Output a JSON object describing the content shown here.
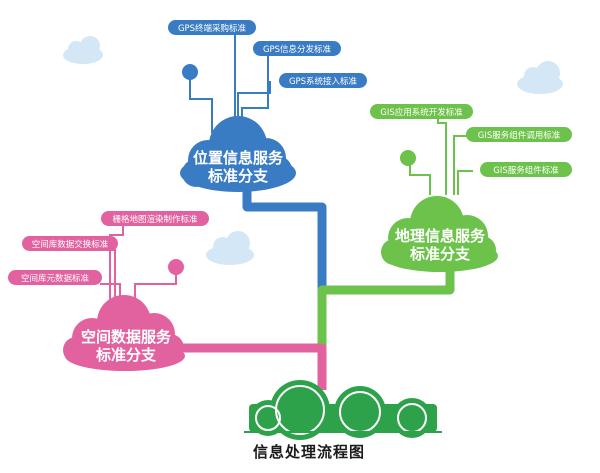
{
  "caption": "信息处理流程图",
  "colors": {
    "blue": "#3a7cc4",
    "green": "#6cc24a",
    "pink": "#e2619f",
    "tree": "#2ea24a",
    "sky_cloud": "#cfe5f5"
  },
  "branches": {
    "location": {
      "title_line1": "位置信息服务",
      "title_line2": "标准分支",
      "tags": [
        "GPS终端采购标准",
        "GPS信息分发标准",
        "GPS系统接入标准"
      ]
    },
    "geo": {
      "title_line1": "地理信息服务",
      "title_line2": "标准分支",
      "tags": [
        "GIS应用系统开发标准",
        "GIS服务组件调用标准",
        "GIS服务组件标准"
      ]
    },
    "spatial": {
      "title_line1": "空间数据服务",
      "title_line2": "标准分支",
      "tags": [
        "栅格地图渲染制作标准",
        "空间库数据交换标准",
        "空间库元数据标准"
      ]
    }
  }
}
